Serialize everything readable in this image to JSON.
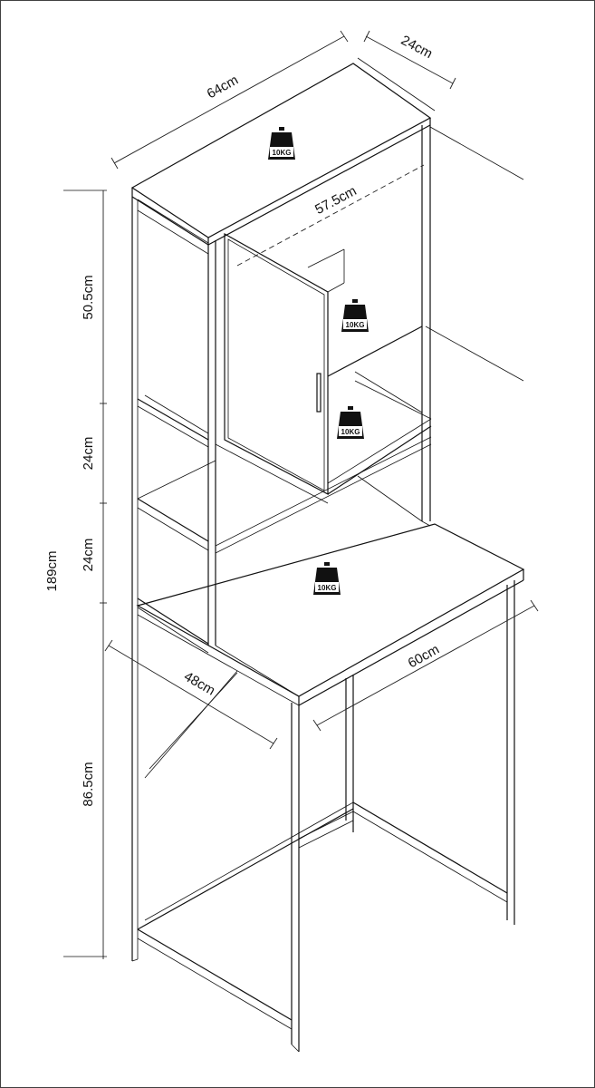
{
  "dimensions": {
    "width_top": "64cm",
    "depth_top": "24cm",
    "inner_width": "57.5cm",
    "upper_height": "50.5cm",
    "shelf_one": "24cm",
    "shelf_two": "24cm",
    "total_height": "189cm",
    "desk_depth": "48cm",
    "desk_width": "60cm",
    "desk_height": "86.5cm"
  },
  "weights": {
    "top": "10KG",
    "cabinet": "10KG",
    "shelf": "10KG",
    "desk": "10KG"
  }
}
